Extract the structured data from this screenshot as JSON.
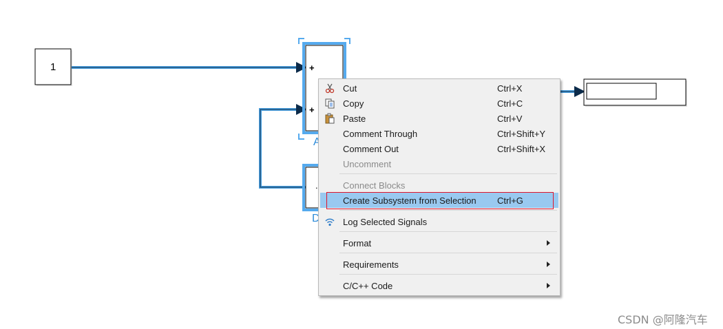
{
  "diagram": {
    "constant_value": "1",
    "add_block_sign1": "+",
    "add_block_sign2": "+",
    "add_block_name_partial": "A",
    "delay_block_name_partial": "D",
    "delay_block_glyph_partial": "."
  },
  "context_menu": {
    "items": [
      {
        "label": "Cut",
        "shortcut": "Ctrl+X",
        "icon": "scissors-icon"
      },
      {
        "label": "Copy",
        "shortcut": "Ctrl+C",
        "icon": "copy-icon"
      },
      {
        "label": "Paste",
        "shortcut": "Ctrl+V",
        "icon": "paste-icon"
      },
      {
        "label": "Comment Through",
        "shortcut": "Ctrl+Shift+Y"
      },
      {
        "label": "Comment Out",
        "shortcut": "Ctrl+Shift+X"
      },
      {
        "label": "Uncomment",
        "shortcut": "",
        "disabled": true
      },
      {
        "label": "Connect Blocks",
        "shortcut": "",
        "disabled": true
      },
      {
        "label": "Create Subsystem from Selection",
        "shortcut": "Ctrl+G",
        "highlighted": true
      },
      {
        "label": "Log Selected Signals",
        "shortcut": "",
        "icon": "wifi-signal-icon"
      },
      {
        "label": "Format",
        "submenu": true
      },
      {
        "label": "Requirements",
        "submenu": true
      },
      {
        "label": "C/C++ Code",
        "submenu": true
      }
    ]
  },
  "colors": {
    "signal_line": "#4aa0e0",
    "highlight": "#99c9f0",
    "annotation_box": "#e0152a",
    "menu_background": "#f0f0f0"
  },
  "watermark": "CSDN @阿隆汽车"
}
